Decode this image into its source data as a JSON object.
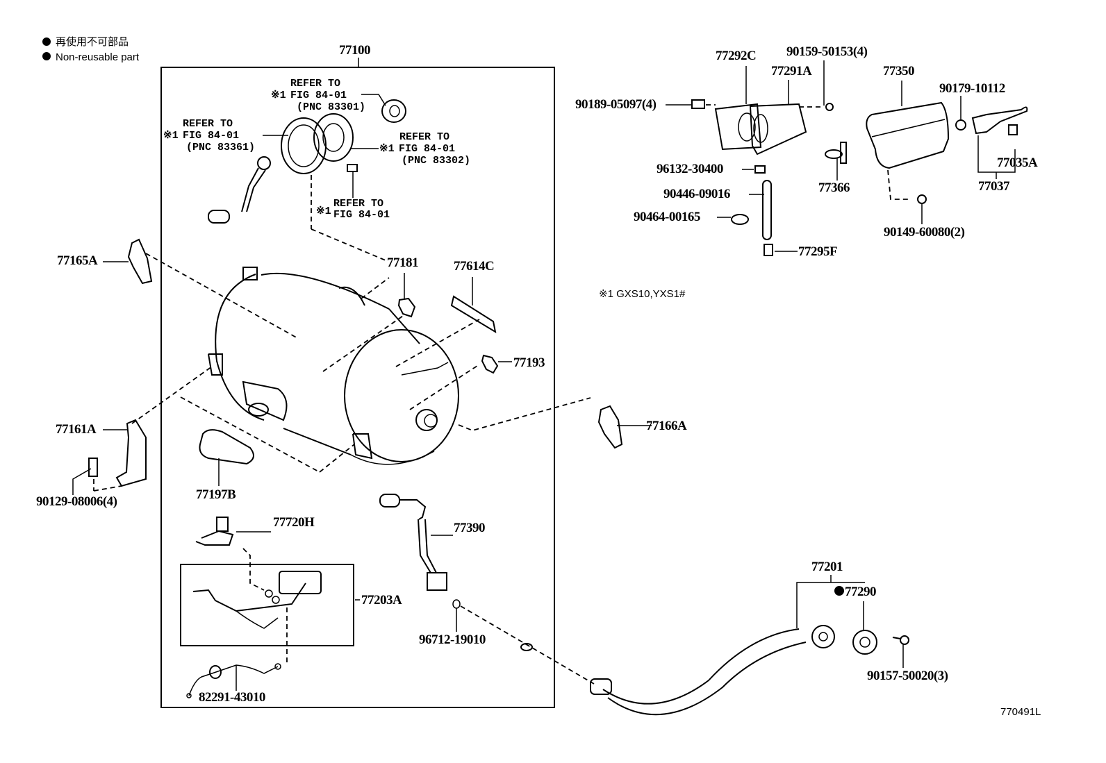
{
  "legend": {
    "items": [
      {
        "marker": "filled-circle",
        "text": "再使用不可部品"
      },
      {
        "marker": "filled-circle",
        "text": "Non-reusable part"
      }
    ]
  },
  "footnote": "※1 GXS10,YXS1#",
  "figure_id": "770491L",
  "assembly_label": "77100",
  "refer_notes": [
    {
      "line1": "REFER TO",
      "mark": "※1",
      "line2": "FIG 84-01",
      "line3": "(PNC 83301)"
    },
    {
      "line1": "REFER TO",
      "mark": "※1",
      "line2": "FIG 84-01",
      "line3": "(PNC 83361)"
    },
    {
      "line1": "REFER TO",
      "mark": "※1",
      "line2": "FIG 84-01",
      "line3": "(PNC 83302)"
    },
    {
      "line1": "REFER TO",
      "mark": "※1",
      "line2": "FIG 84-01",
      "line3": ""
    }
  ],
  "parts": {
    "p77165A": "77165A",
    "p77181": "77181",
    "p77614C": "77614C",
    "p77193": "77193",
    "p77161A": "77161A",
    "p90129": "90129-08006(4)",
    "p77197B": "77197B",
    "p77166A": "77166A",
    "p77720H": "77720H",
    "p77390": "77390",
    "p77203A": "77203A",
    "p96712": "96712-19010",
    "p82291": "82291-43010",
    "p77292C": "77292C",
    "p77291A": "77291A",
    "p90159": "90159-50153(4)",
    "p90189": "90189-05097(4)",
    "p96132": "96132-30400",
    "p90446": "90446-09016",
    "p90464": "90464-00165",
    "p77295F": "77295F",
    "p77366": "77366",
    "p77350": "77350",
    "p90179": "90179-10112",
    "p77035A": "77035A",
    "p77037": "77037",
    "p90149": "90149-60080(2)",
    "p77201": "77201",
    "p77290": "77290",
    "p90157": "90157-50020(3)"
  },
  "non_reusable": [
    "77290"
  ]
}
